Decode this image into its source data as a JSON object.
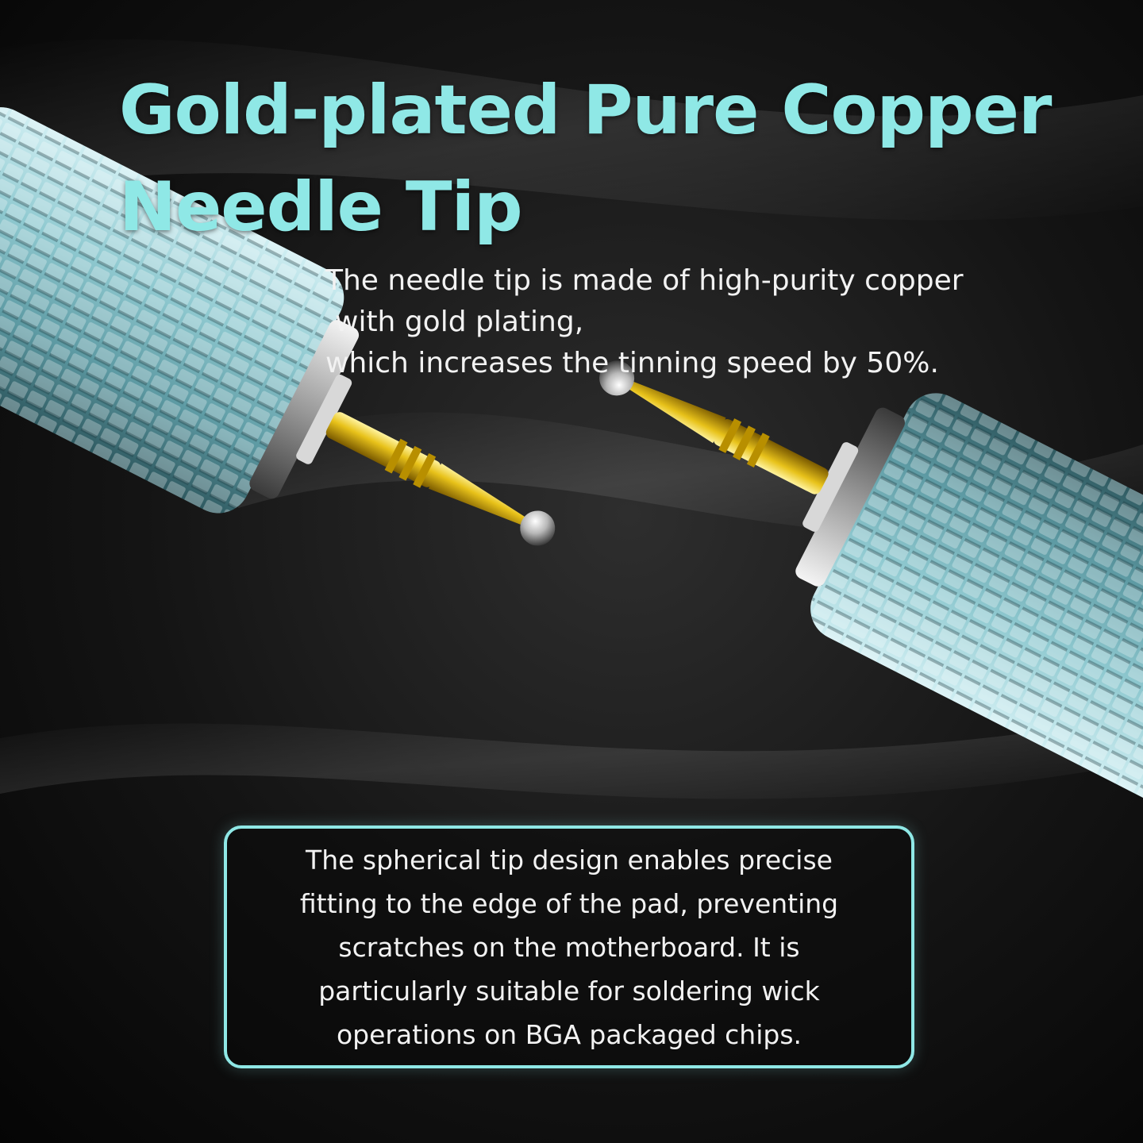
{
  "headline": {
    "line1": "Gold-plated Pure Copper",
    "line2": "Needle Tip"
  },
  "description": {
    "line1": "The needle tip is made of high-purity copper",
    "line2": "with gold plating,",
    "line3": "which increases the tinning speed by 50%."
  },
  "callout": {
    "line1": "The spherical tip design enables precise",
    "line2": "fitting to the edge of the pad, preventing",
    "line3": "scratches on the motherboard. It is",
    "line4": "particularly suitable for soldering wick",
    "line5": "operations on BGA packaged chips."
  },
  "colors": {
    "accent": "#8fe8e6",
    "handle": "#8fc9d0",
    "gold": "#e8c21a",
    "background": "#111111"
  }
}
